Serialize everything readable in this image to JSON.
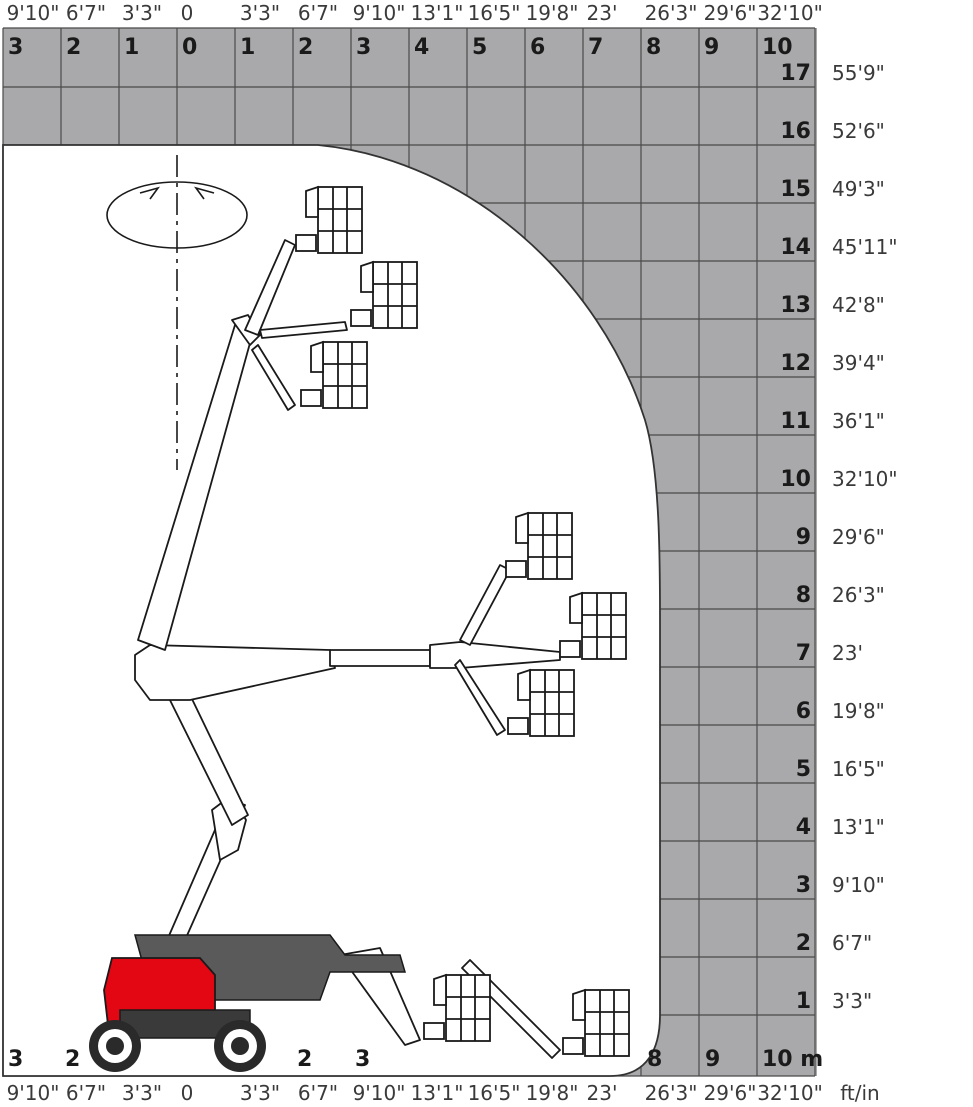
{
  "colors": {
    "grid_fill": "#a9a9ab",
    "grid_line": "#4a4a4a",
    "envelope_fill": "#ffffff",
    "machine_red": "#e30613",
    "machine_dark": "#3a3a3a"
  },
  "top_ft_labels": [
    "9'10\"",
    "6'7\"",
    "3'3\"",
    "0",
    "3'3\"",
    "6'7\"",
    "9'10\"",
    "13'1\"",
    "16'5\"",
    "19'8\"",
    "23'",
    "26'3\"",
    "29'6\"",
    "32'10\""
  ],
  "bottom_ft_labels": [
    "9'10\"",
    "6'7\"",
    "3'3\"",
    "0",
    "3'3\"",
    "6'7\"",
    "9'10\"",
    "13'1\"",
    "16'5\"",
    "19'8\"",
    "23'",
    "26'3\"",
    "29'6\"",
    "32'10\""
  ],
  "bottom_unit": "ft/in",
  "top_m_labels": [
    "3",
    "2",
    "1",
    "0",
    "1",
    "2",
    "3",
    "4",
    "5",
    "6",
    "7",
    "8",
    "9",
    "10"
  ],
  "bottom_m_labels": {
    "left": [
      "3",
      "2"
    ],
    "center": [
      "2",
      "3"
    ],
    "right": [
      "8",
      "9"
    ],
    "end": "10 m"
  },
  "height_m_labels": [
    "17",
    "16",
    "15",
    "14",
    "13",
    "12",
    "11",
    "10",
    "9",
    "8",
    "7",
    "6",
    "5",
    "4",
    "3",
    "2",
    "1"
  ],
  "height_ft_labels": [
    "55'9\"",
    "52'6\"",
    "49'3\"",
    "45'11\"",
    "42'8\"",
    "39'4\"",
    "36'1\"",
    "32'10\"",
    "29'6\"",
    "26'3\"",
    "23'",
    "19'8\"",
    "16'5\"",
    "13'1\"",
    "9'10\"",
    "6'7\"",
    "3'3\""
  ]
}
